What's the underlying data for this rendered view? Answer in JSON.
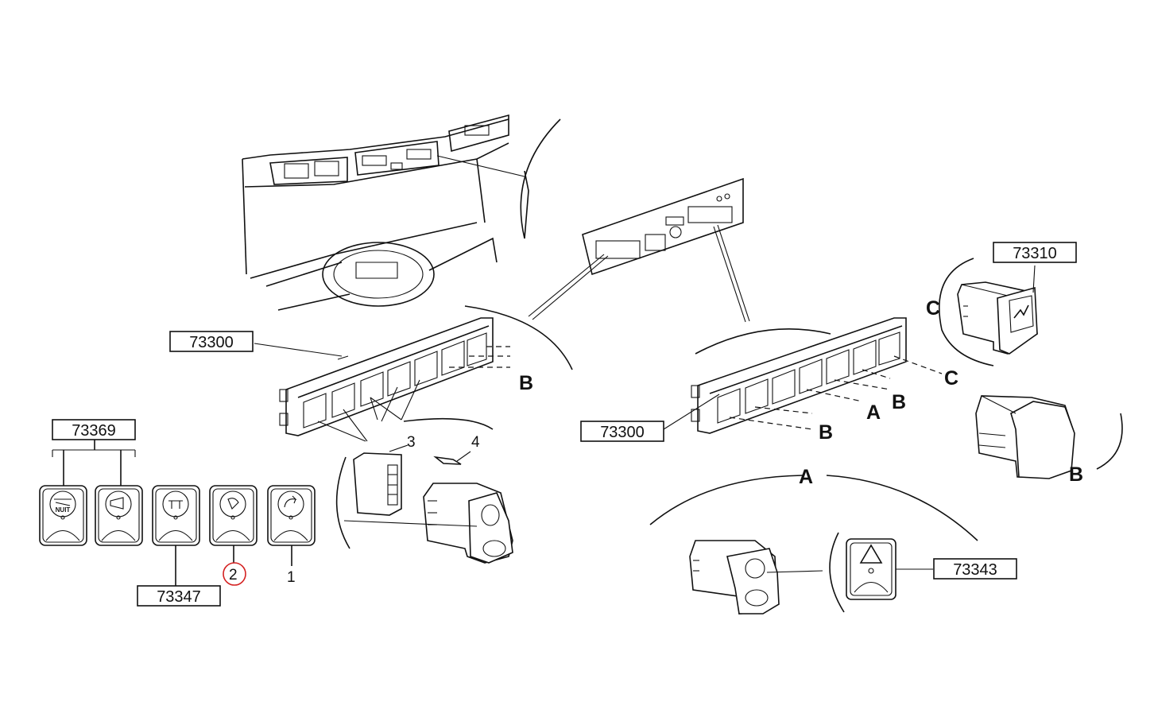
{
  "diagram": {
    "part_refs": {
      "ref_73300_left": "73300",
      "ref_73300_right": "73300",
      "ref_73310": "73310",
      "ref_73369": "73369",
      "ref_73347": "73347",
      "ref_73343": "73343"
    },
    "item_numbers": {
      "item_1": "1",
      "item_2": "2",
      "item_3": "3",
      "item_4": "4"
    },
    "letters": {
      "b_left_panel": "B",
      "b_right_lower": "B",
      "b_right_upper": "B",
      "a_right_panel": "A",
      "c_right_panel": "C",
      "c_switch_detail": "C",
      "b_switch_detail": "B",
      "a_detail_group": "A"
    },
    "switch_texts": {
      "nuit_label": "NUIT"
    },
    "highlight": {
      "color": "#d42020",
      "item": "2"
    }
  }
}
